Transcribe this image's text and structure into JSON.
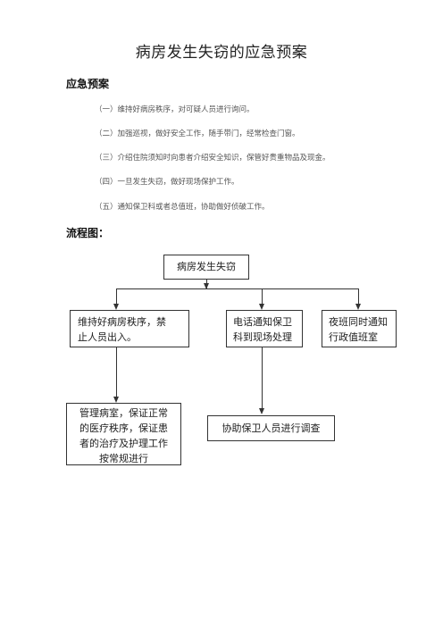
{
  "document": {
    "title": "病房发生失窃的应急预案"
  },
  "plan": {
    "heading": "应急预案",
    "items": [
      "（一）维持好病房秩序，对可疑人员进行询问。",
      "（二）加强巡视，做好安全工作，随手带门，经常检查门窗。",
      "（三）介绍住院须知时向患者介绍安全知识，保管好贵重物品及现金。",
      "（四）一旦发生失窃，做好现场保护工作。",
      "（五）通知保卫科或者总值班，协助做好侦破工作。"
    ]
  },
  "flowchart": {
    "heading": "流程图：",
    "start": "病房发生失窃",
    "maintain_order": [
      "维持好病房秩序，禁",
      "止人员出入。"
    ],
    "notify_security": [
      "电话通知保卫",
      "科到现场处理"
    ],
    "night_shift": [
      "夜班同时通知",
      "行政值班室"
    ],
    "manage_ward": [
      "管理病室，保证正常",
      "的医疗秩序，保证患",
      "者的治疗及护理工作",
      "按常规进行"
    ],
    "assist_investigation": "协助保卫人员进行调查"
  }
}
